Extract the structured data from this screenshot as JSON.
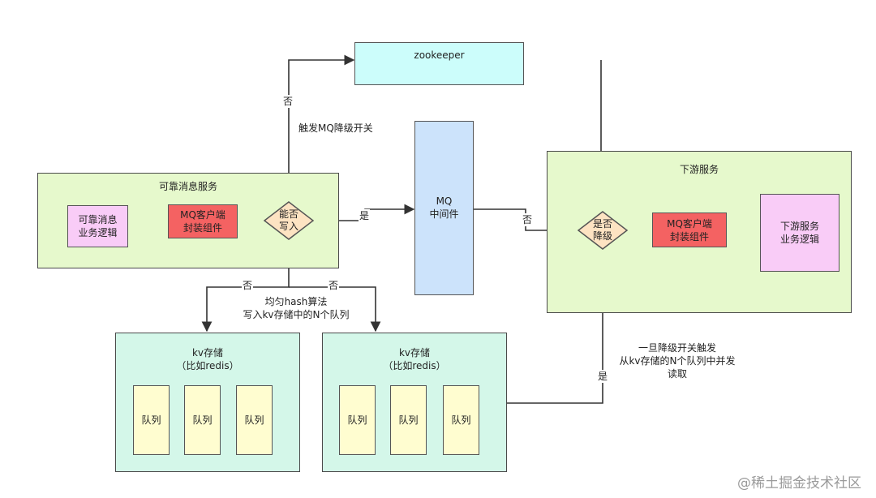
{
  "reliable_service": {
    "title": "可靠消息服务",
    "biz_logic": "可靠消息\n业务逻辑",
    "mq_client": "MQ客户端\n封装组件",
    "decision": "能否\n写入"
  },
  "zookeeper": {
    "label": "zookeeper"
  },
  "mq_middleware": {
    "label": "MQ\n中间件"
  },
  "downstream_service": {
    "title": "下游服务",
    "decision": "是否\n降级",
    "mq_client": "MQ客户端\n封装组件",
    "biz_logic": "下游服务\n业务逻辑"
  },
  "kv_store_left": {
    "title": "kv存储\n（比如redis）",
    "queues": [
      "队列",
      "队列",
      "队列"
    ]
  },
  "kv_store_right": {
    "title": "kv存储\n（比如redis）",
    "queues": [
      "队列",
      "队列",
      "队列"
    ]
  },
  "edge_labels": {
    "no_to_zk": "否",
    "trigger_switch": "触发MQ降级开关",
    "yes_to_mq": "是",
    "mq_no": "否",
    "no_left": "否",
    "no_right": "否",
    "hash_note": "均匀hash算法\n写入kv存储中的N个队列",
    "downgrade_note": "一旦降级开关触发\n从kv存储的N个队列中并发\n读取",
    "yes_from_kv": "是"
  },
  "watermark": "@稀土掘金技术社区"
}
